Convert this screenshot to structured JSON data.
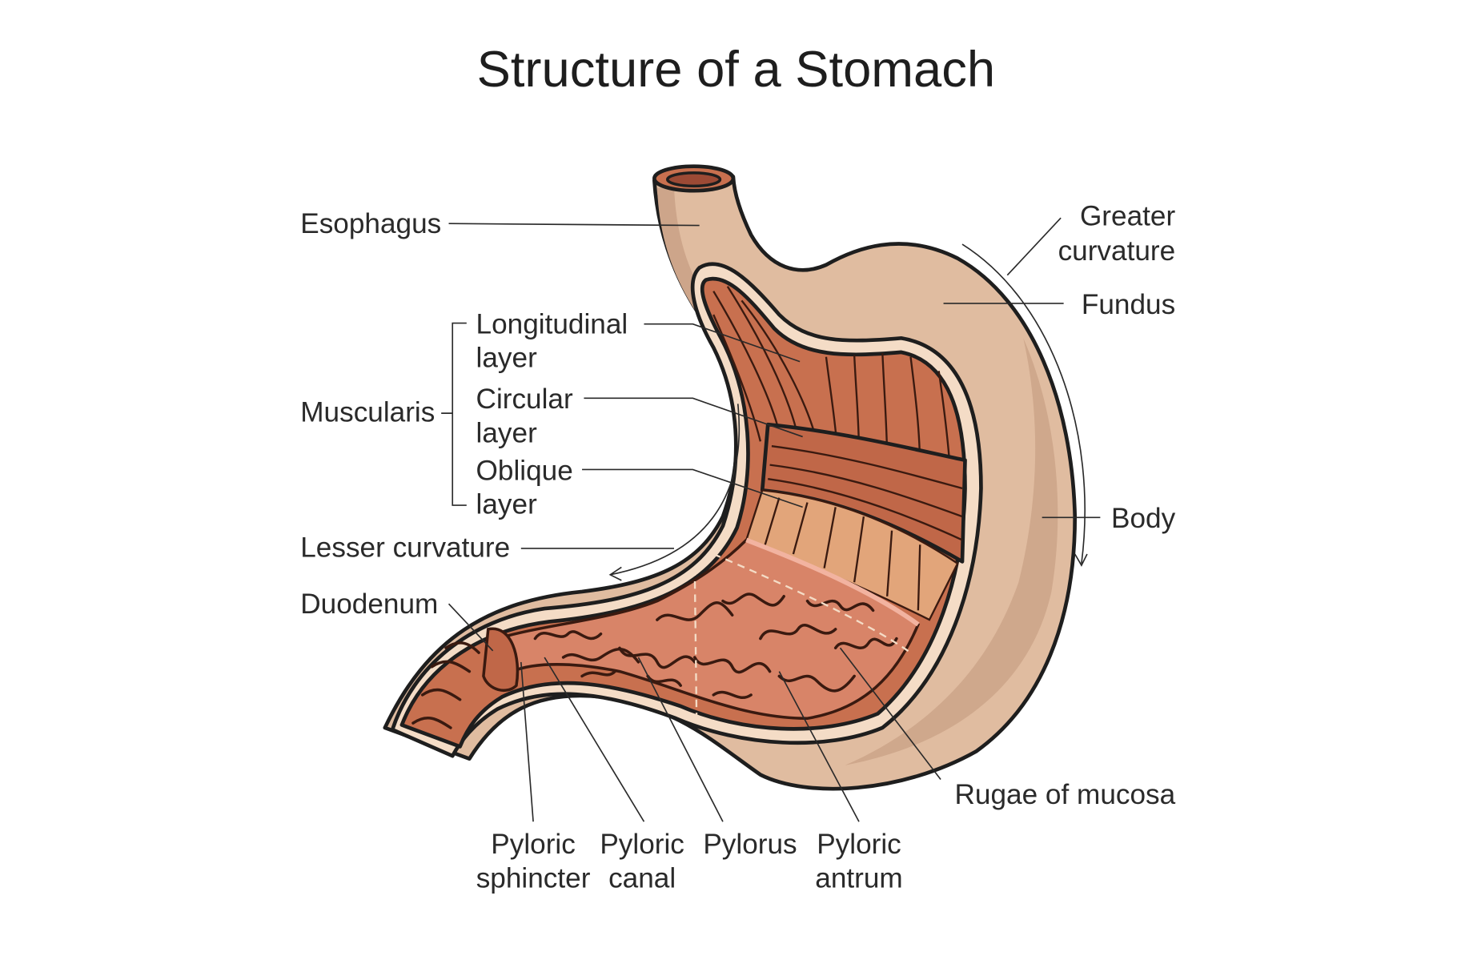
{
  "title": "Structure of a Stomach",
  "labels": {
    "esophagus": "Esophagus",
    "longitudinal": [
      "Longitudinal",
      "layer"
    ],
    "muscularis": "Muscularis",
    "circular": [
      "Circular",
      "layer"
    ],
    "oblique": [
      "Oblique",
      "layer"
    ],
    "lesser_curvature": "Lesser curvature",
    "duodenum": "Duodenum",
    "greater_curvature": [
      "Greater",
      "curvature"
    ],
    "fundus": "Fundus",
    "body": "Body",
    "rugae": "Rugae of mucosa",
    "pyloric_sphincter": [
      "Pyloric",
      "sphincter"
    ],
    "pyloric_canal": [
      "Pyloric",
      "canal"
    ],
    "pylorus": "Pylorus",
    "pyloric_antrum": [
      "Pyloric",
      "antrum"
    ]
  },
  "colors": {
    "outer_wall": "#e0bca0",
    "outer_shade": "#cda58a",
    "cream_layer": "#f4dcc6",
    "muscle": "#c8704f",
    "muscle_dark": "#a4523a",
    "oblique_fibers": "#e2a57a",
    "mucosa": "#eea08a"
  }
}
